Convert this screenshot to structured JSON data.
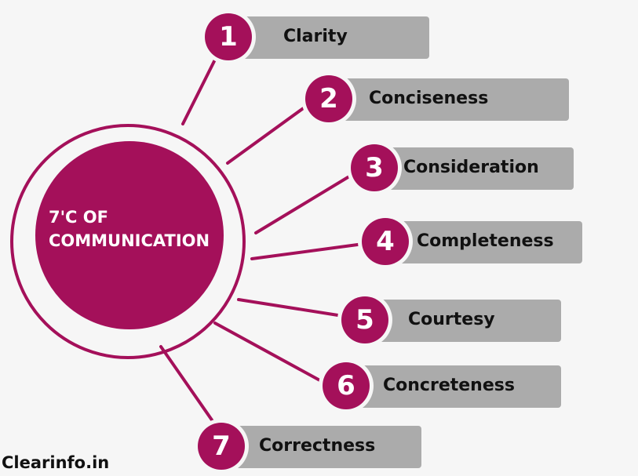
{
  "hub": {
    "line1": "7'C OF",
    "line2": "COMMUNICATION"
  },
  "items": [
    {
      "number": "1",
      "label": "Clarity"
    },
    {
      "number": "2",
      "label": "Conciseness"
    },
    {
      "number": "3",
      "label": "Consideration"
    },
    {
      "number": "4",
      "label": "Completeness"
    },
    {
      "number": "5",
      "label": "Courtesy"
    },
    {
      "number": "6",
      "label": "Concreteness"
    },
    {
      "number": "7",
      "label": "Correctness"
    }
  ],
  "brand": "Clearinfo.in",
  "colors": {
    "accent": "#a4105a",
    "bar": "#ababab",
    "background": "#f6f6f6",
    "text": "#111111"
  }
}
